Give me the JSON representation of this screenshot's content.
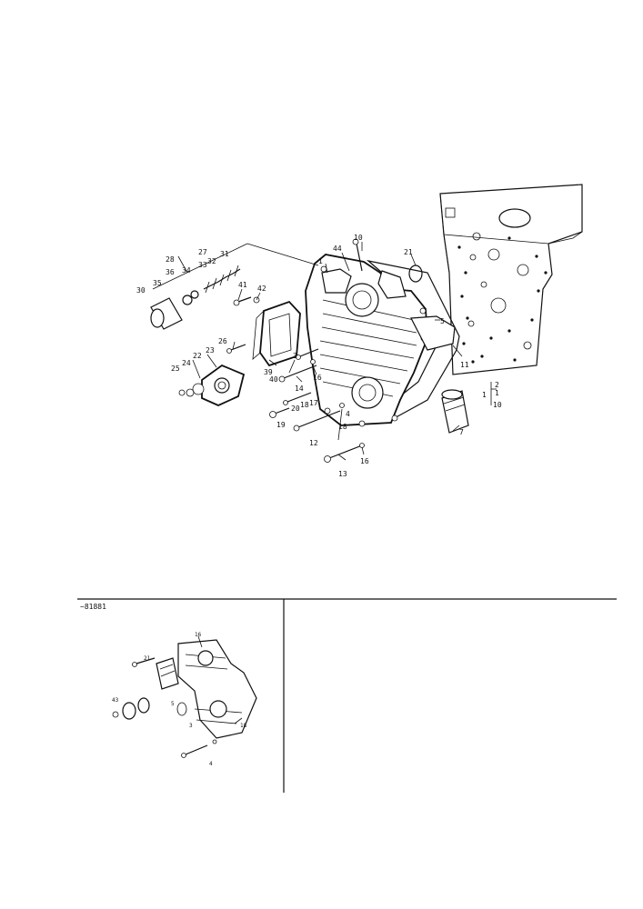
{
  "main_callouts": [
    {
      "id": "c10a",
      "label": "10"
    },
    {
      "id": "c21",
      "label": "21"
    },
    {
      "id": "c44",
      "label": "44"
    },
    {
      "id": "c1",
      "label": "1"
    },
    {
      "id": "c28",
      "label": "28"
    },
    {
      "id": "c27",
      "label": "27"
    },
    {
      "id": "c30",
      "label": "30"
    },
    {
      "id": "c35",
      "label": "35"
    },
    {
      "id": "c36",
      "label": "36"
    },
    {
      "id": "c34",
      "label": "34"
    },
    {
      "id": "c33",
      "label": "33"
    },
    {
      "id": "c32",
      "label": "32"
    },
    {
      "id": "c31",
      "label": "31"
    },
    {
      "id": "c41",
      "label": "41"
    },
    {
      "id": "c42",
      "label": "42"
    },
    {
      "id": "c26",
      "label": "26"
    },
    {
      "id": "c23",
      "label": "23"
    },
    {
      "id": "c22",
      "label": "22"
    },
    {
      "id": "c25",
      "label": "25"
    },
    {
      "id": "c24",
      "label": "24"
    },
    {
      "id": "c39",
      "label": "39"
    },
    {
      "id": "c40",
      "label": "40"
    },
    {
      "id": "c3",
      "label": "3"
    },
    {
      "id": "c14",
      "label": "14"
    },
    {
      "id": "c16a",
      "label": "16"
    },
    {
      "id": "c20",
      "label": "20"
    },
    {
      "id": "c18a",
      "label": "18"
    },
    {
      "id": "c17",
      "label": "17"
    },
    {
      "id": "c19",
      "label": "19"
    },
    {
      "id": "c18b",
      "label": "18"
    },
    {
      "id": "c12",
      "label": "12"
    },
    {
      "id": "c4",
      "label": "4"
    },
    {
      "id": "c13",
      "label": "13"
    },
    {
      "id": "c16b",
      "label": "16"
    },
    {
      "id": "c7",
      "label": "7"
    },
    {
      "id": "c11",
      "label": "11"
    },
    {
      "id": "c5",
      "label": "5"
    },
    {
      "id": "c2",
      "label": "2"
    },
    {
      "id": "c1b",
      "label": "1"
    },
    {
      "id": "c10b",
      "label": "10"
    },
    {
      "id": "c1c",
      "label": "1"
    }
  ],
  "inset": {
    "tag": "~81881",
    "callouts": [
      {
        "id": "i16",
        "label": "16"
      },
      {
        "id": "i21",
        "label": "21"
      },
      {
        "id": "i43",
        "label": "43"
      },
      {
        "id": "i5",
        "label": "5"
      },
      {
        "id": "i3",
        "label": "3"
      },
      {
        "id": "i18",
        "label": "18"
      },
      {
        "id": "i4",
        "label": "4"
      }
    ]
  }
}
